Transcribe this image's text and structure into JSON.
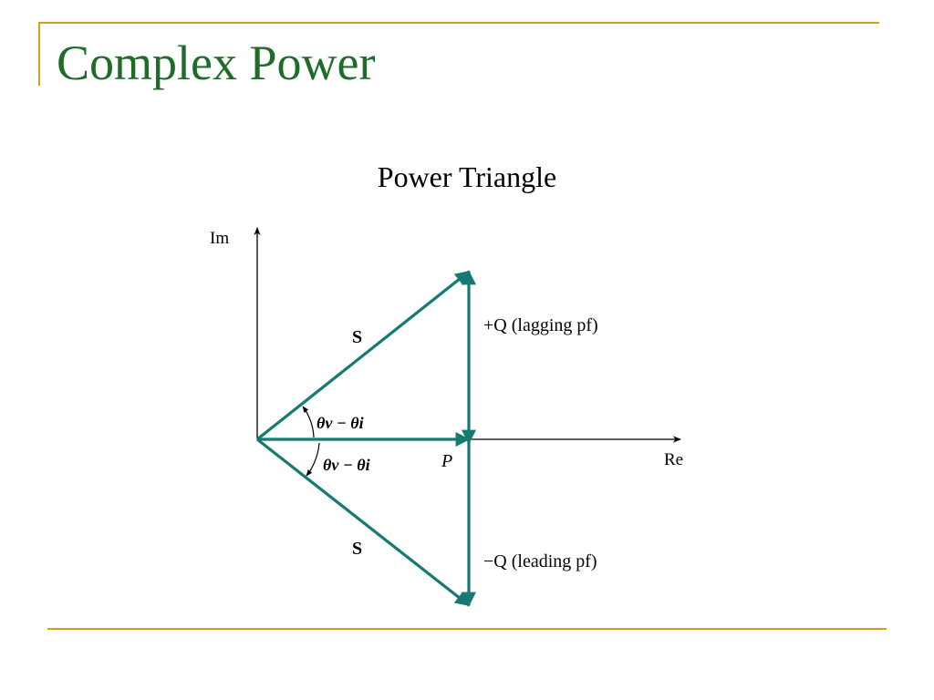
{
  "slide": {
    "title": "Complex Power",
    "subtitle": "Power Triangle"
  },
  "diagram": {
    "axes": {
      "imaginary_label": "Im",
      "real_label": "Re"
    },
    "vectors": {
      "s_upper": "S",
      "s_lower": "S",
      "p": "P",
      "q_positive": "+Q (lagging pf)",
      "q_negative": "−Q (leading pf)"
    },
    "angles": {
      "upper": "θv − θi",
      "lower": "θv − θi"
    }
  },
  "colors": {
    "title": "#1f6b2a",
    "accent_rule": "#d4a017",
    "vector": "#167a72",
    "axis": "#000000"
  }
}
